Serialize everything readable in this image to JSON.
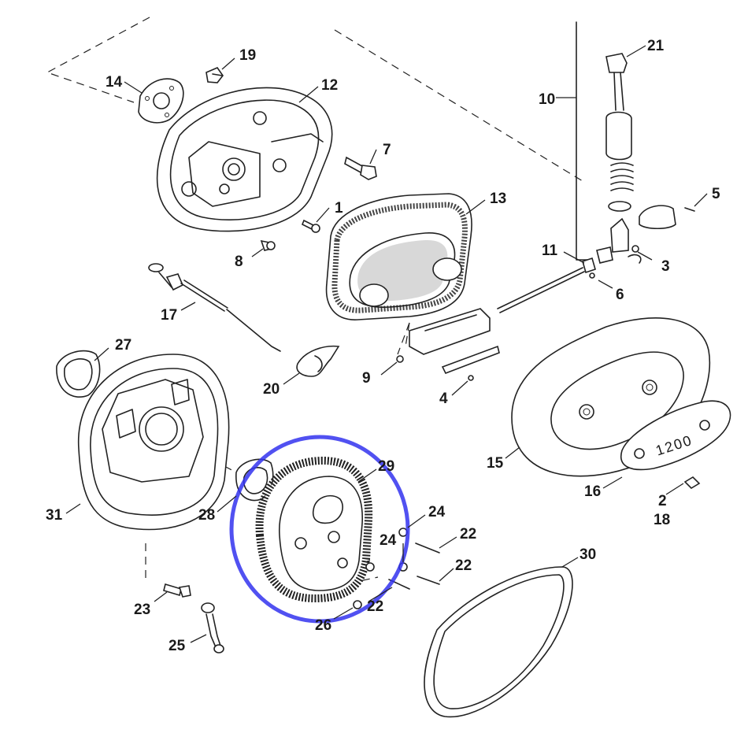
{
  "diagram": {
    "part_numbers": {
      "p1": "1",
      "p2": "2",
      "p3": "3",
      "p4": "4",
      "p5": "5",
      "p6": "6",
      "p7": "7",
      "p8": "8",
      "p9": "9",
      "p10": "10",
      "p11": "11",
      "p12": "12",
      "p13": "13",
      "p14": "14",
      "p15": "15",
      "p16": "16",
      "p17": "17",
      "p18": "18",
      "p19": "19",
      "p20": "20",
      "p21": "21",
      "p22a": "22",
      "p22b": "22",
      "p22c": "22",
      "p23": "23",
      "p24a": "24",
      "p24b": "24",
      "p25": "25",
      "p26": "26",
      "p27": "27",
      "p28": "28",
      "p29": "29",
      "p30": "30",
      "p31": "31"
    },
    "cover_badge_text": "1200",
    "highlight_color": "#3333ee"
  }
}
